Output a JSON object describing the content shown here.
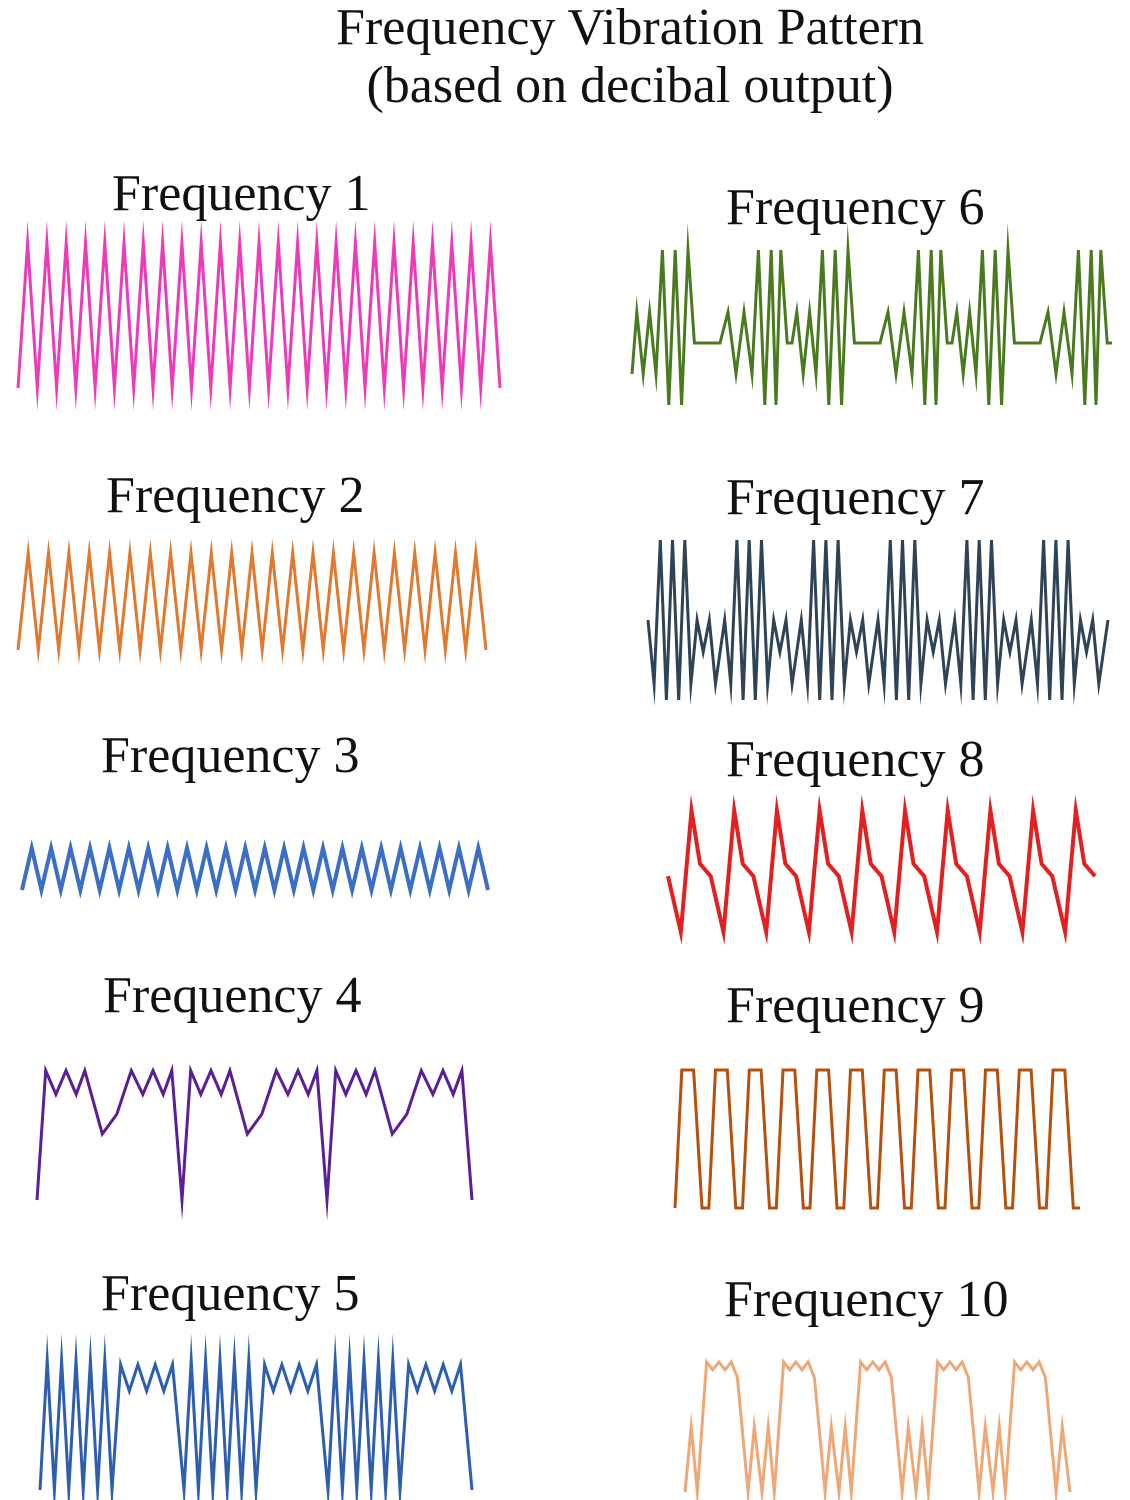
{
  "title": {
    "line1": "Frequency Vibration Pattern",
    "line2": "(based on decibal output)"
  },
  "frequencies": [
    {
      "label": "Frequency 1",
      "color": "#ee3ab8"
    },
    {
      "label": "Frequency 2",
      "color": "#e0782e"
    },
    {
      "label": "Frequency 3",
      "color": "#3a6fc4"
    },
    {
      "label": "Frequency 4",
      "color": "#5a1e96"
    },
    {
      "label": "Frequency 5",
      "color": "#2e5fae"
    },
    {
      "label": "Frequency 6",
      "color": "#4a7a20"
    },
    {
      "label": "Frequency 7",
      "color": "#2f4356"
    },
    {
      "label": "Frequency 8",
      "color": "#e41f1f"
    },
    {
      "label": "Frequency 9",
      "color": "#b5500e"
    },
    {
      "label": "Frequency 10",
      "color": "#eea878"
    }
  ]
}
